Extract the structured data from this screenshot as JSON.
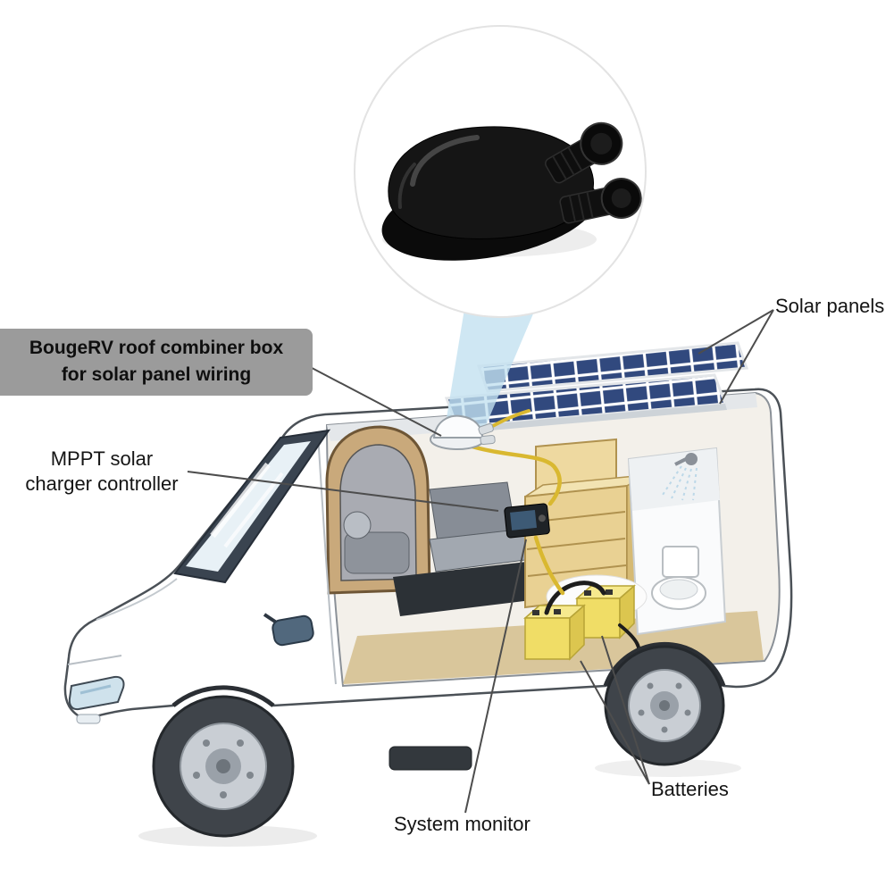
{
  "labels": {
    "combiner_box": {
      "line1": "BougeRV roof combiner box",
      "line2": "for solar panel wiring"
    },
    "solar_panels": "Solar panels",
    "mppt": {
      "line1": "MPPT solar",
      "line2": "charger controller"
    },
    "batteries": "Batteries",
    "system_monitor": "System monitor"
  },
  "colors": {
    "label_box_bg": "#9b9b9b",
    "label_text": "#141414",
    "callout_line": "#4d4d4d",
    "beam_blue": "#c3e1f0",
    "solar_cell_blue": "#31497e",
    "battery_yellow": "#f0dd66",
    "cabinet_tan": "#e9d193",
    "product_black": "#151515",
    "van_outline": "#4b5157"
  }
}
